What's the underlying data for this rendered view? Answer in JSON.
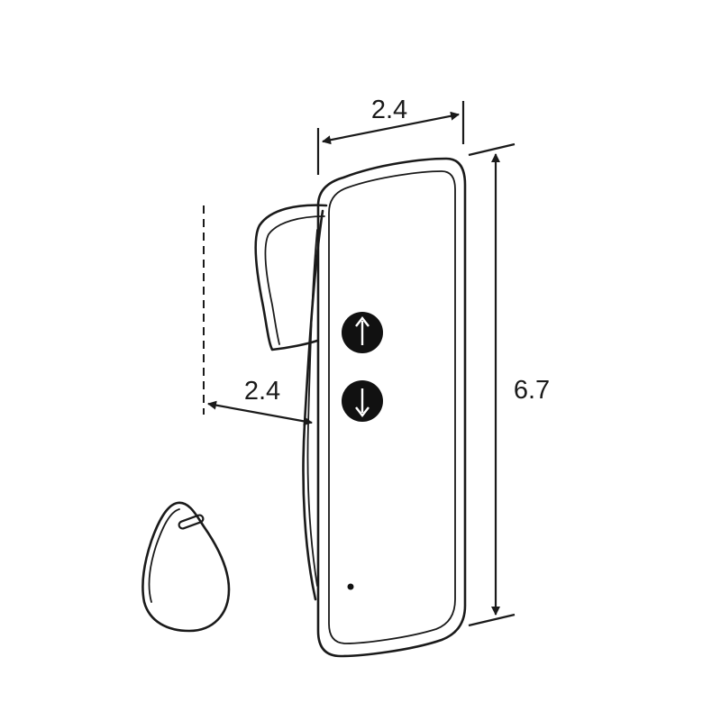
{
  "diagram": {
    "dimensions": {
      "width": "2.4",
      "height": "6.7",
      "clip_depth": "2.4"
    },
    "buttons": [
      {
        "icon": "arrow-up-icon"
      },
      {
        "icon": "arrow-down-icon"
      }
    ],
    "accessory": {
      "icon": "key-fob-tag-icon"
    },
    "colors": {
      "line": "#1a1a1a",
      "background": "#ffffff"
    }
  }
}
